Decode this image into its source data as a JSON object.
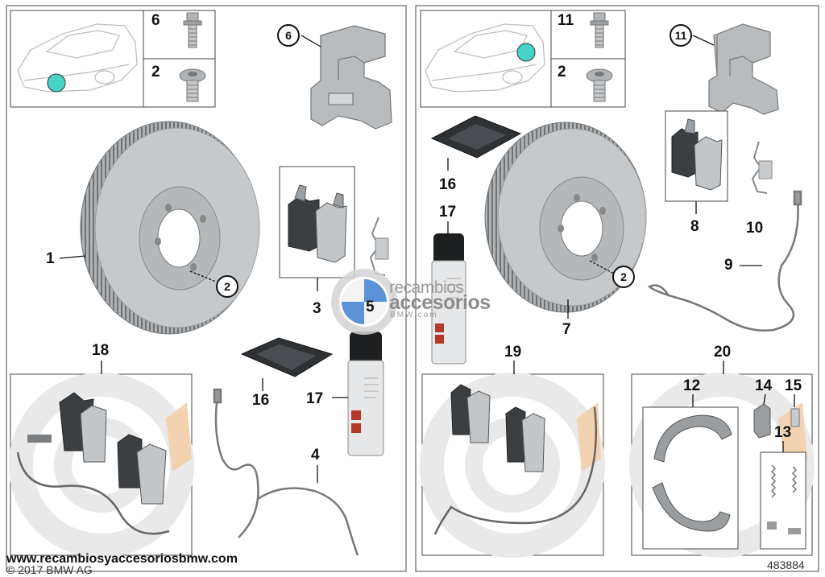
{
  "left_panel": {
    "key": {
      "rows": [
        {
          "number": "6"
        },
        {
          "number": "2"
        }
      ]
    },
    "callouts": [
      {
        "id": "disc",
        "text": "1"
      },
      {
        "id": "disc-bolt",
        "text": "2",
        "circled": true
      },
      {
        "id": "carrier",
        "text": "6",
        "circled": true
      },
      {
        "id": "pads",
        "text": "3"
      },
      {
        "id": "clip",
        "text": "5"
      },
      {
        "id": "wear-sensor",
        "text": "4"
      },
      {
        "id": "paste-pack",
        "text": "16"
      },
      {
        "id": "spray-can",
        "text": "17"
      },
      {
        "id": "repair-kit",
        "text": "18"
      }
    ]
  },
  "right_panel": {
    "key": {
      "rows": [
        {
          "number": "11"
        },
        {
          "number": "2"
        }
      ]
    },
    "callouts": [
      {
        "id": "carrier",
        "text": "11",
        "circled": true
      },
      {
        "id": "paste-pack",
        "text": "16"
      },
      {
        "id": "spray-can",
        "text": "17"
      },
      {
        "id": "pads",
        "text": "8"
      },
      {
        "id": "clip",
        "text": "10"
      },
      {
        "id": "disc-bolt",
        "text": "2",
        "circled": true
      },
      {
        "id": "wear-sensor",
        "text": "9"
      },
      {
        "id": "disc",
        "text": "7"
      },
      {
        "id": "repair-kit",
        "text": "19"
      },
      {
        "id": "parking-brake-kit",
        "text": "20"
      },
      {
        "id": "shoes",
        "text": "12"
      },
      {
        "id": "shoe-pad",
        "text": "14"
      },
      {
        "id": "adjuster",
        "text": "15"
      },
      {
        "id": "springs",
        "text": "13"
      }
    ]
  },
  "watermark": {
    "line1": "recambios",
    "line2": "accesorios",
    "line3": "BMW.com"
  },
  "footer": {
    "url": "www.recambiosyaccesoriosbmw.com",
    "copyright": "© 2017 BMW AG",
    "diagram_id": "483884"
  },
  "colors": {
    "marker": "#46d3c8",
    "part_grey": "#b8bcbf",
    "decal_orange": "#f2d2b0"
  }
}
